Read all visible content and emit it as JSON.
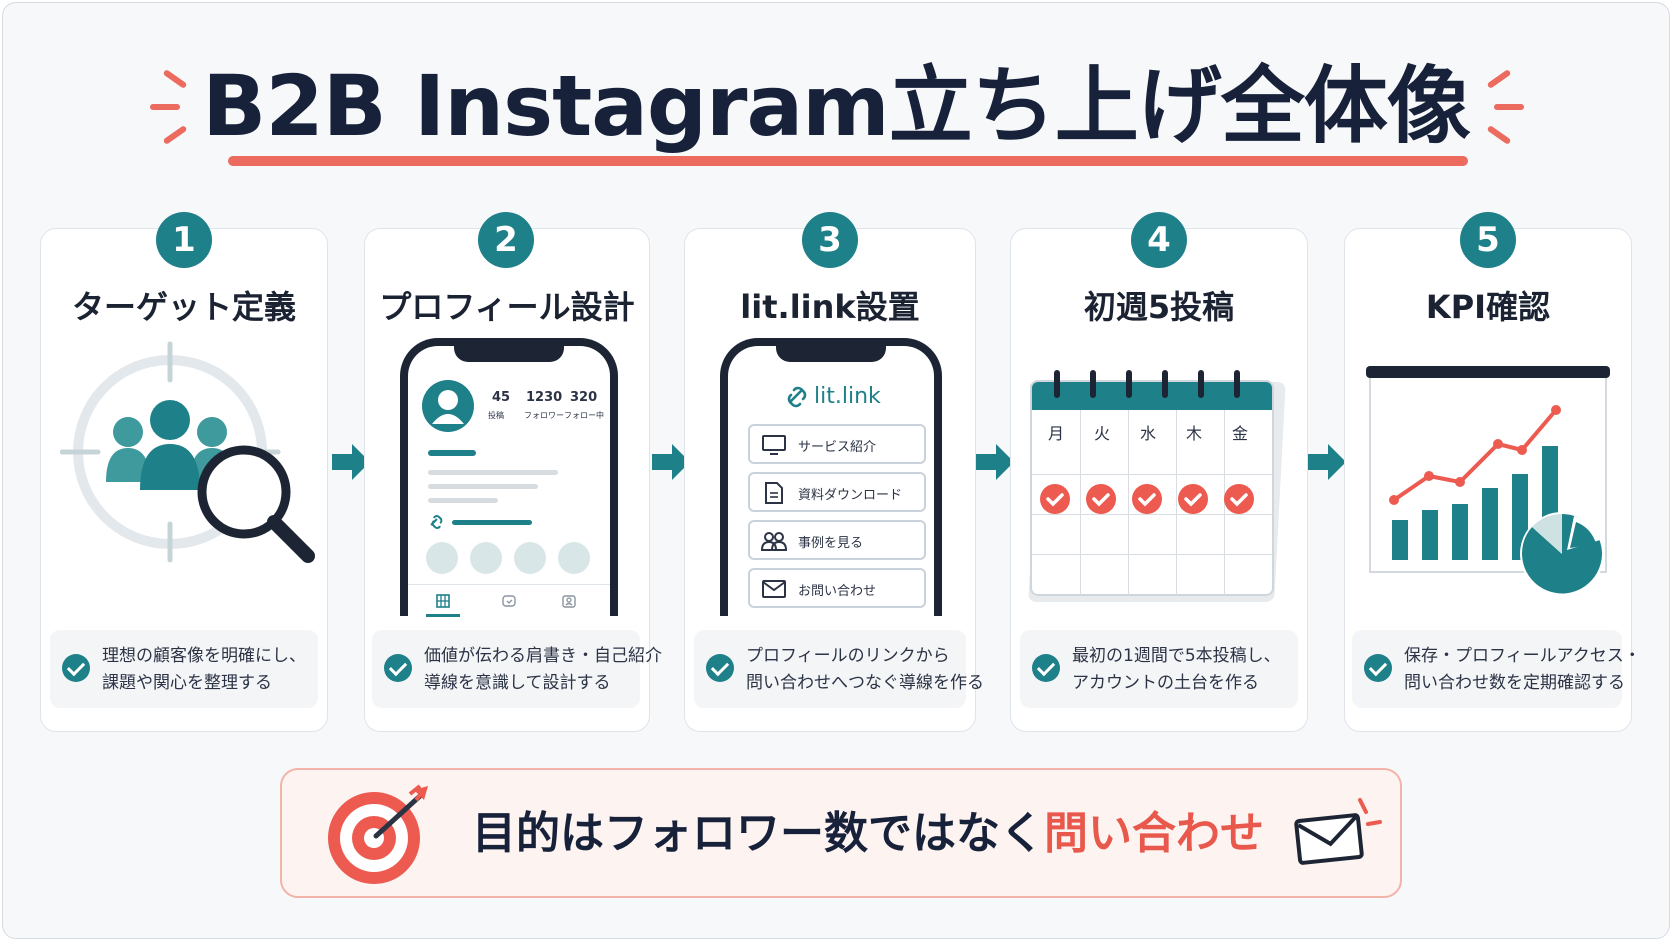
{
  "title": "B2B Instagram立ち上げ全体像",
  "colors": {
    "teal": "#1e8088",
    "coral": "#ec6a5e",
    "navy": "#17213a"
  },
  "steps": [
    {
      "number": "1",
      "title": "ターゲット定義",
      "note_line1": "理想の顧客像を明確にし、",
      "note_line2": "課題や関心を整理する",
      "icon": "target-audience-search-icon"
    },
    {
      "number": "2",
      "title": "プロフィール設計",
      "note_line1": "価値が伝わる肩書き・自己紹介",
      "note_line2": "導線を意識して設計する",
      "icon": "profile-phone-icon",
      "profile": {
        "posts": "45",
        "posts_label": "投稿",
        "followers": "1230",
        "followers_label": "フォロワー",
        "following": "320",
        "following_label": "フォロー中"
      }
    },
    {
      "number": "3",
      "title": "lit.link設置",
      "note_line1": "プロフィールのリンクから",
      "note_line2": "問い合わせへつなぐ導線を作る",
      "icon": "lit-link-phone-icon",
      "litlink": {
        "logo": "lit.link",
        "items": [
          "サービス紹介",
          "資料ダウンロード",
          "事例を見る",
          "お問い合わせ"
        ]
      }
    },
    {
      "number": "4",
      "title": "初週5投稿",
      "note_line1": "最初の1週間で5本投稿し、",
      "note_line2": "アカウントの土台を作る",
      "icon": "calendar-icon",
      "days": [
        "月",
        "火",
        "水",
        "木",
        "金"
      ]
    },
    {
      "number": "5",
      "title": "KPI確認",
      "note_line1": "保存・プロフィールアクセス・",
      "note_line2": "問い合わせ数を定期確認する",
      "icon": "kpi-chart-icon"
    }
  ],
  "banner": {
    "text_main": "目的はフォロワー数ではなく",
    "text_accent": "問い合わせ"
  }
}
